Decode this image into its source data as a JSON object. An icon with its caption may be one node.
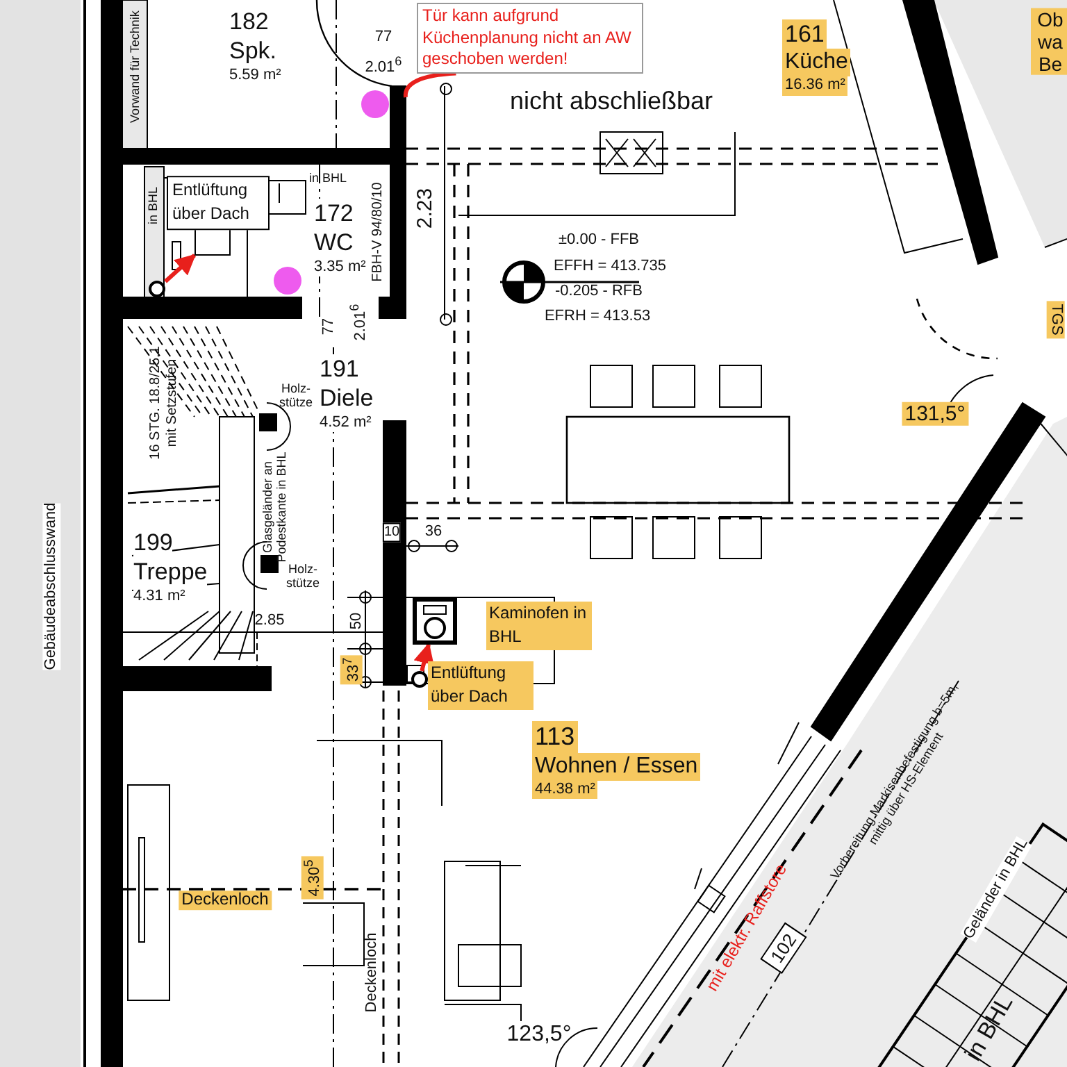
{
  "diagram": {
    "nodes": [
      {
        "text": [
          "182",
          "Spk.",
          "5.59 m²"
        ]
      },
      {
        "text": [
          "Tür kann aufgrund Küchenplanung nicht an AW geschoben werden!"
        ]
      },
      {
        "text": [
          "161",
          "Küche",
          "16.36 m²"
        ]
      },
      {
        "text": [
          "172",
          "WC",
          "3.35 m²"
        ]
      },
      {
        "text": [],
        "shape": "circle"
      },
      {
        "text": [
          "191",
          "Diele",
          "4.52 m²"
        ]
      },
      {
        "text": [
          "199",
          "Treppe",
          "4.31 m²"
        ]
      },
      {
        "text": [],
        "shape": "box",
        "beside": [
          "Kaminofen in BHL"
        ]
      },
      {
        "text": [],
        "shape": "circle",
        "beside": [
          "Entlüftung über Dach"
        ]
      },
      {
        "text": [
          "113",
          "Wohnen / Essen",
          "44.38 m²"
        ]
      },
      {
        "text": [
          "102"
        ]
      },
      {
        "text": [],
        "shape": "box"
      }
    ],
    "edges": [
      {
        "from": 1,
        "to": null,
        "arrow": "none"
      },
      {
        "from": 4,
        "to": 11,
        "arrow": "to"
      },
      {
        "from": 8,
        "to": 7,
        "arrow": "to"
      }
    ],
    "labels": [
      "Vorwand für Technik",
      "77",
      "2.01$^{6}$",
      "nicht abschließbar",
      "Ob wa Be",
      "in BHL",
      "in BHL",
      "FBH-V 94/80/10",
      "2.23",
      "77",
      "2.01$^{6}$",
      "±0.00 - FFB",
      "EFFH = 413.735",
      "-0.205 - RFB",
      "EFRH = 413.53",
      "TGS",
      "131,5°",
      "Gebäudeabschlusswand",
      "16 STG. 18.8/25.1 mit Setzstufen",
      "Holz- stütze",
      "Glasgeländer an Podestkante in BHL",
      "Holz- stütze",
      "10",
      "36",
      "50",
      "2.85",
      "33$^{7}$",
      "Vorbereitung Markisenbefestigung b=5m, mittig über HS-Element",
      "Deckenloch",
      "4.30$^{5}$",
      "Deckenloch",
      "123,5°",
      "mit elektr. Raffstore",
      "Geländer in BHL",
      "in BHL",
      "Entlüftung über Dach"
    ]
  }
}
